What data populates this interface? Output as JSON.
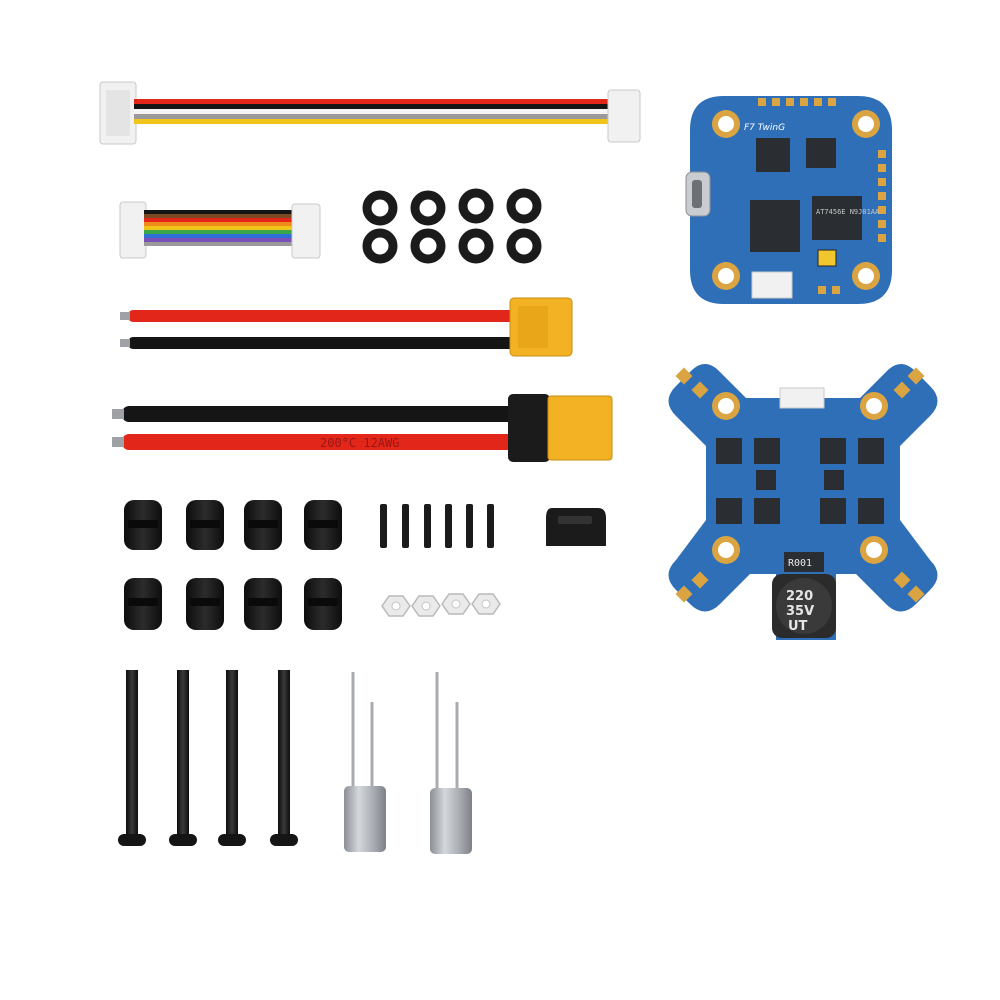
{
  "colors": {
    "background": "#ffffff",
    "pcb": "#2f6fb8",
    "pcb_dark": "#1f4f8a",
    "pad_gold": "#d9a441",
    "wire_red": "#e3261a",
    "wire_black": "#151515",
    "xt_yellow": "#f2b223",
    "rubber": "#1b1b1b",
    "cap_silver": "#a9adb3"
  },
  "items": {
    "fc_board": {
      "silkscreen": "F7 TwinG",
      "chip_label": "AT7456E N9J01AA"
    },
    "esc_board": {
      "resistor_label": "R001",
      "capacitor_lines": [
        "220",
        "35V",
        "UT"
      ]
    },
    "xt_cable": {
      "wire_print": "200°C 12AWG"
    }
  }
}
